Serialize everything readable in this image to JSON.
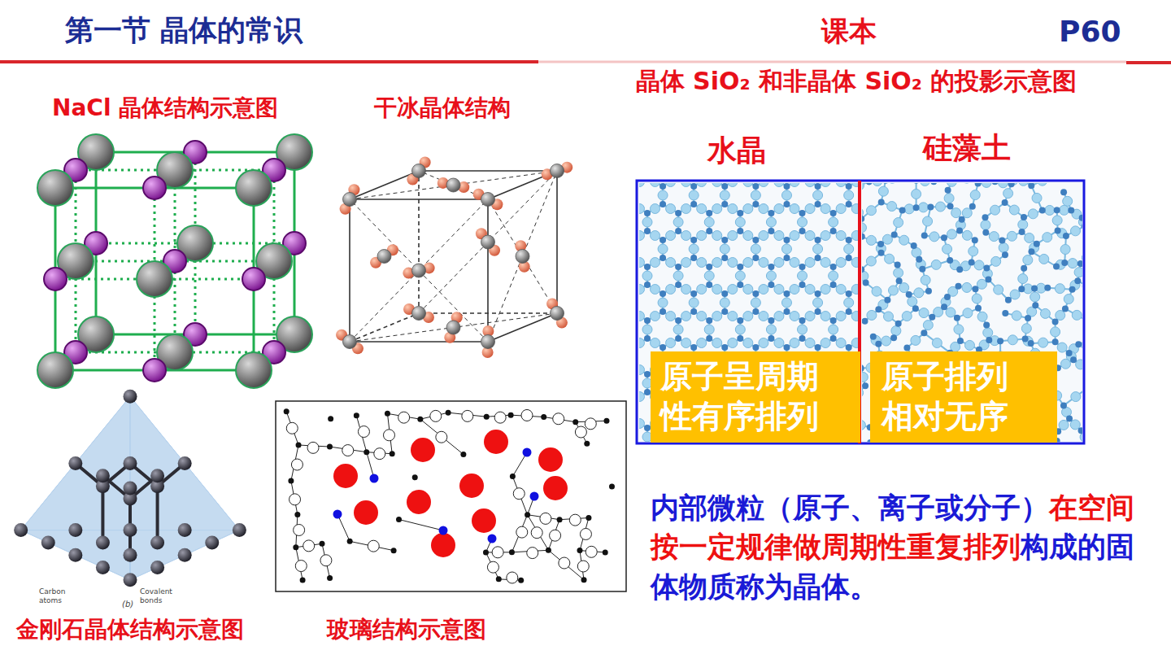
{
  "diagram": {
    "title": "第一节  晶体的常识",
    "nodes": [
      {
        "text": [
          "原子呈周期性有序排列"
        ]
      },
      {
        "text": [
          "原子排列相对无序"
        ]
      }
    ],
    "labels": [
      "课本",
      "P60",
      "晶体 SiO₂ 和非晶体 SiO₂ 的投影示意图",
      "NaCl 晶体结构示意图",
      "干冰晶体结构",
      "水晶",
      "硅藻土",
      "Carbon atoms",
      "Covalent bonds",
      "(b)",
      "金刚石晶体结构示意图",
      "玻璃结构示意图",
      "内部微粒（原子、离子或分子）",
      "在空间按一定规律做周期性重复排列",
      "构成的固体物质称为晶体。"
    ]
  }
}
